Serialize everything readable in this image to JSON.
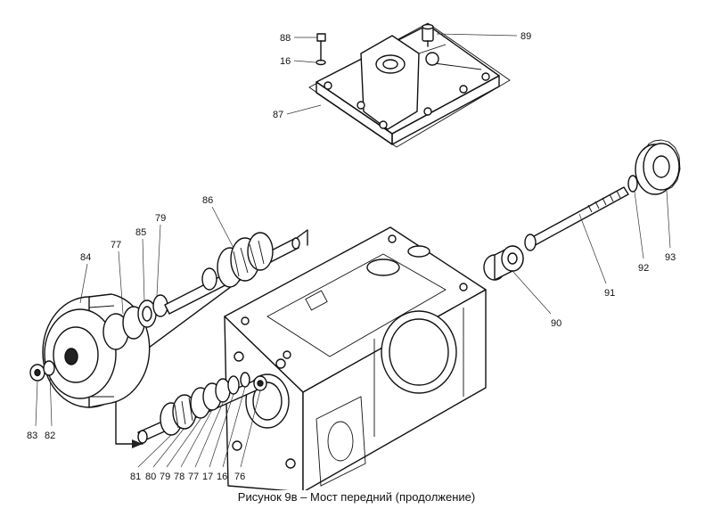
{
  "caption": "Рисунок 9в – Мост передний (продолжение)",
  "callouts": {
    "c88": "88",
    "c16a": "16",
    "c87": "87",
    "c89": "89",
    "c86": "86",
    "c85": "85",
    "c79a": "79",
    "c77a": "77",
    "c84": "84",
    "c83": "83",
    "c82": "82",
    "c81": "81",
    "c80": "80",
    "c79b": "79",
    "c78": "78",
    "c77b": "77",
    "c17": "17",
    "c16b": "16",
    "c76": "76",
    "c90": "90",
    "c91": "91",
    "c92": "92",
    "c93": "93"
  }
}
